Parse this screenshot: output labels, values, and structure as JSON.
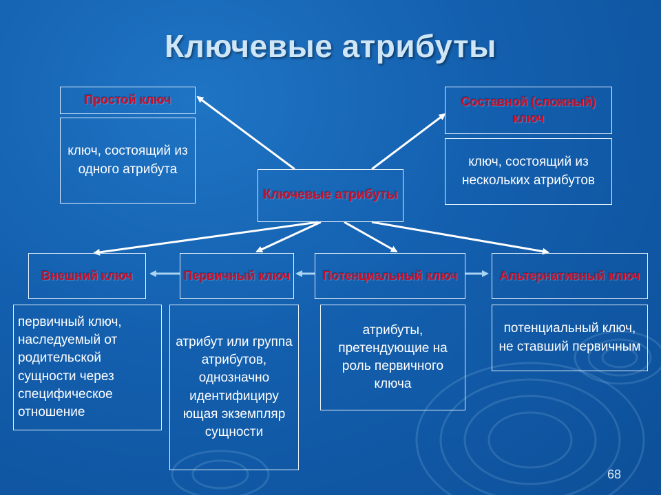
{
  "title": "Ключевые атрибуты",
  "center": "Ключевые атрибуты",
  "top_left": {
    "heading": "Простой ключ",
    "description": "ключ, состоящий из одного атрибута"
  },
  "top_right": {
    "heading": "Составной (сложный) ключ",
    "description": "ключ, состоящий из нескольких атрибутов"
  },
  "bottom": [
    {
      "heading": "Внешний ключ",
      "description": "первичный ключ, наследуемый от родительской сущности через специфическое отношение"
    },
    {
      "heading": "Первичный ключ",
      "description": "атрибут или группа атрибутов, однозначно идентифициру ющая экземпляр сущности"
    },
    {
      "heading": "Потенциальный ключ",
      "description": "атрибуты, претендующие на роль первичного ключа"
    },
    {
      "heading": "Альтернативный ключ",
      "description": "потенциальный ключ, не ставший первичным"
    }
  ],
  "page_number": "68",
  "colors": {
    "heading_text": "#c8102e",
    "box_border": "#e8f2fb",
    "background": "#135fae",
    "arrow": "#ffffff"
  }
}
